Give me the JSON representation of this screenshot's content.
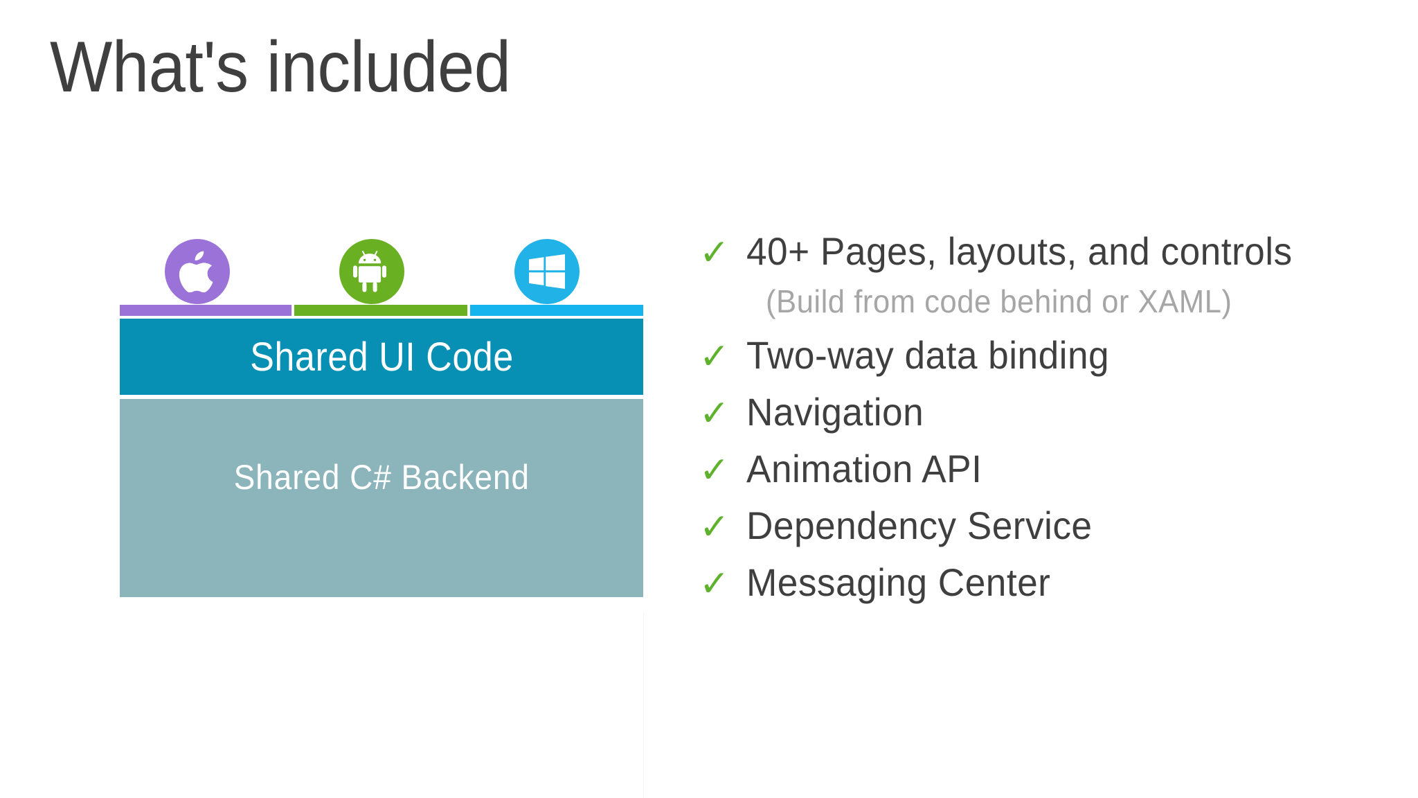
{
  "slide": {
    "title": "What's included",
    "title_color": "#3f3f3f",
    "background": "#ffffff"
  },
  "diagram": {
    "platforms": [
      {
        "name": "iOS",
        "icon": "apple-icon",
        "color": "#9a72d8"
      },
      {
        "name": "Android",
        "icon": "android-icon",
        "color": "#6ab023"
      },
      {
        "name": "Windows",
        "icon": "windows-icon",
        "color": "#21b2e8"
      }
    ],
    "segments": [
      {
        "name": "ios-segment",
        "color": "#9a72d8"
      },
      {
        "name": "android-segment",
        "color": "#6ab023"
      },
      {
        "name": "windows-segment",
        "color": "#16b4ee"
      }
    ],
    "shared_ui": {
      "label": "Shared UI Code",
      "color": "#0890b4",
      "text_color": "#ffffff"
    },
    "backend": {
      "label": "Shared C# Backend",
      "color": "#8cb4bb",
      "text_color": "#ffffff"
    }
  },
  "features": {
    "check_color": "#5fb22d",
    "check_glyph": "✓",
    "items": [
      {
        "label": "40+ Pages, layouts, and controls",
        "sub": "(Build from code behind or XAML)"
      },
      {
        "label": "Two-way data binding",
        "sub": null
      },
      {
        "label": "Navigation",
        "sub": null
      },
      {
        "label": "Animation API",
        "sub": null
      },
      {
        "label": "Dependency Service",
        "sub": null
      },
      {
        "label": "Messaging Center",
        "sub": null
      }
    ]
  }
}
